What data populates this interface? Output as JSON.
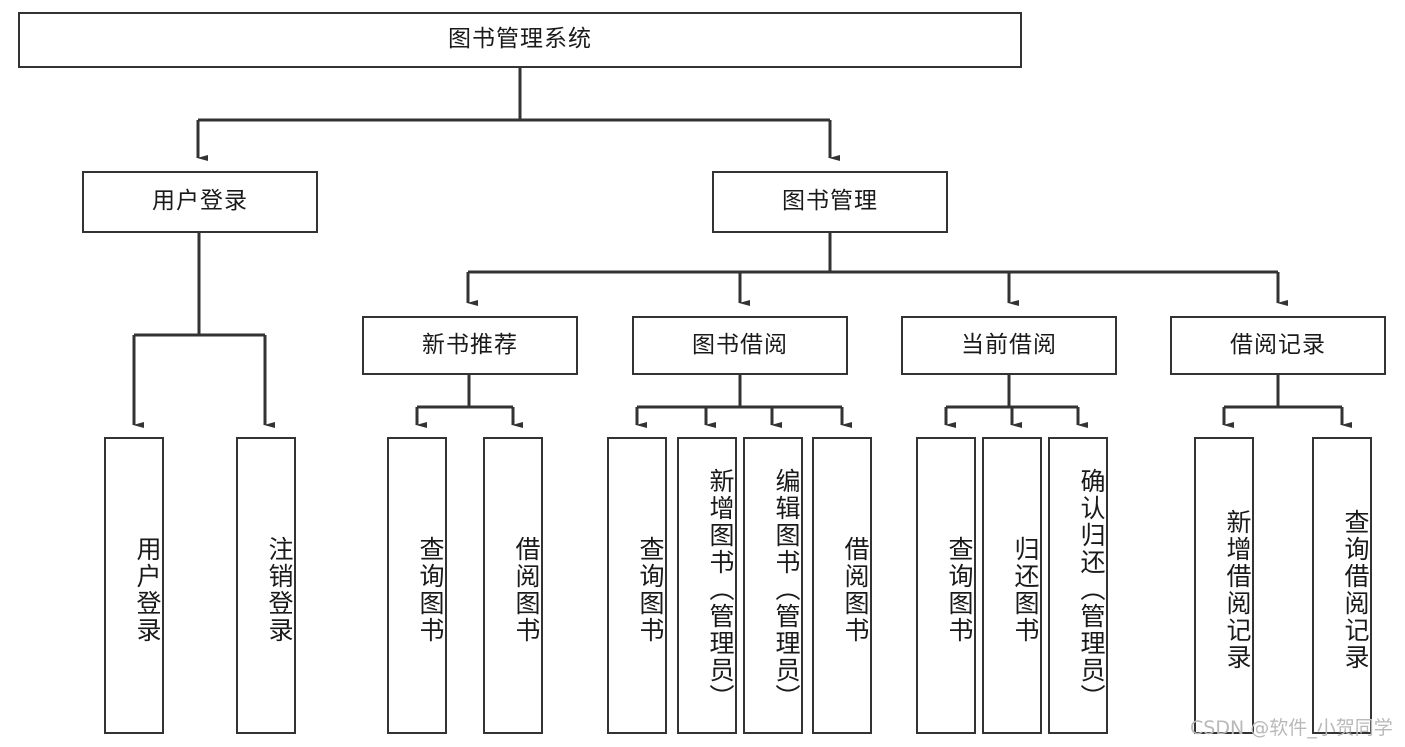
{
  "diagram": {
    "title": "图书管理系统",
    "type": "tree-hierarchy-diagram",
    "colors": {
      "node_border": "#333333",
      "node_fill": "#ffffff",
      "edge": "#333333",
      "text": "#1a1a1a",
      "watermark": "#b9b9b9",
      "background": "#ffffff"
    },
    "root": {
      "label": "图书管理系统"
    },
    "level2": [
      {
        "label": "用户登录"
      },
      {
        "label": "图书管理"
      }
    ],
    "level3": [
      {
        "label": "新书推荐"
      },
      {
        "label": "图书借阅"
      },
      {
        "label": "当前借阅"
      },
      {
        "label": "借阅记录"
      }
    ],
    "leaves": {
      "user_login": [
        {
          "label": "用户登录"
        },
        {
          "label": "注销登录"
        }
      ],
      "new_book_recommend": [
        {
          "label": "查询图书"
        },
        {
          "label": "借阅图书"
        }
      ],
      "book_borrow": [
        {
          "label": "查询图书"
        },
        {
          "label": "新增图书（管理员）"
        },
        {
          "label": "编辑图书（管理员）"
        },
        {
          "label": "借阅图书"
        }
      ],
      "current_borrow": [
        {
          "label": "查询图书"
        },
        {
          "label": "归还图书"
        },
        {
          "label": "确认归还（管理员）"
        }
      ],
      "borrow_record": [
        {
          "label": "新增借阅记录"
        },
        {
          "label": "查询借阅记录"
        }
      ]
    },
    "watermark": "CSDN @软件_小贺同学"
  }
}
